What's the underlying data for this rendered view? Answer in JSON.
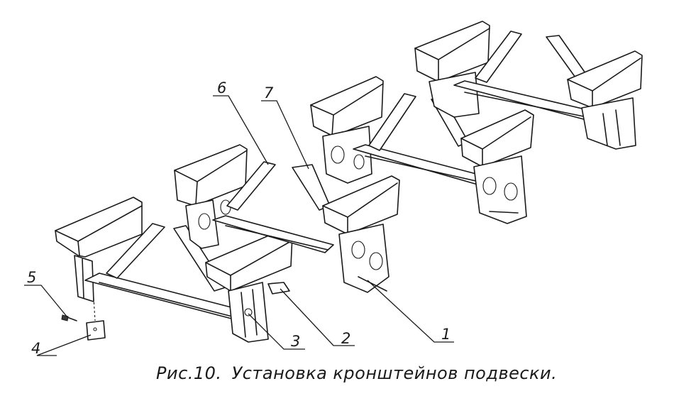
{
  "figure": {
    "number": "Рис.10.",
    "title": "Установка кронштейнов подвески."
  },
  "callouts": [
    {
      "id": "1",
      "label": "1"
    },
    {
      "id": "2",
      "label": "2"
    },
    {
      "id": "3",
      "label": "3"
    },
    {
      "id": "4",
      "label": "4"
    },
    {
      "id": "5",
      "label": "5"
    },
    {
      "id": "6",
      "label": "6"
    },
    {
      "id": "7",
      "label": "7"
    }
  ]
}
